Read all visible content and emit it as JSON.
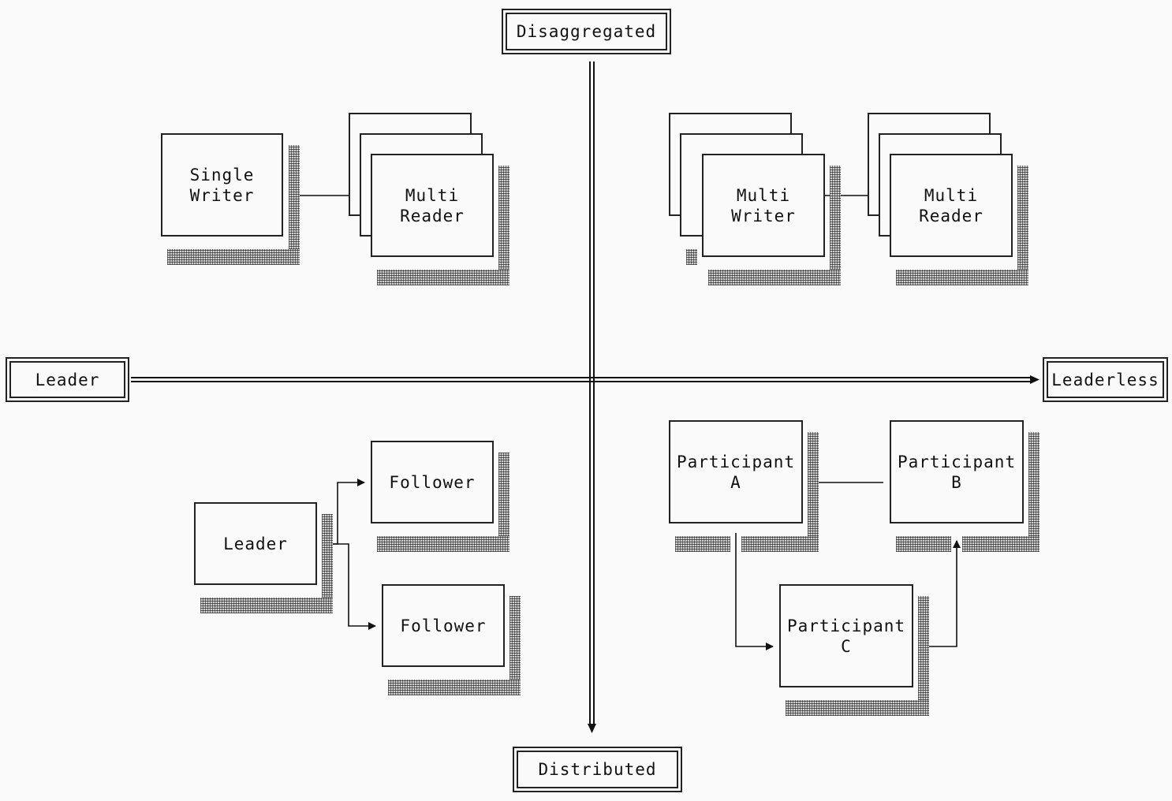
{
  "axes": {
    "top": "Disaggregated",
    "bottom": "Distributed",
    "left": "Leader",
    "right": "Leaderless"
  },
  "quadrant_top_left": {
    "single_writer": "Single\nWriter",
    "multi_reader": "Multi\nReader"
  },
  "quadrant_top_right": {
    "multi_writer": "Multi\nWriter",
    "multi_reader": "Multi\nReader"
  },
  "quadrant_bottom_left": {
    "leader": "Leader",
    "follower_top": "Follower",
    "follower_bottom": "Follower"
  },
  "quadrant_bottom_right": {
    "participant_a": "Participant\nA",
    "participant_b": "Participant\nB",
    "participant_c": "Participant\nC"
  }
}
